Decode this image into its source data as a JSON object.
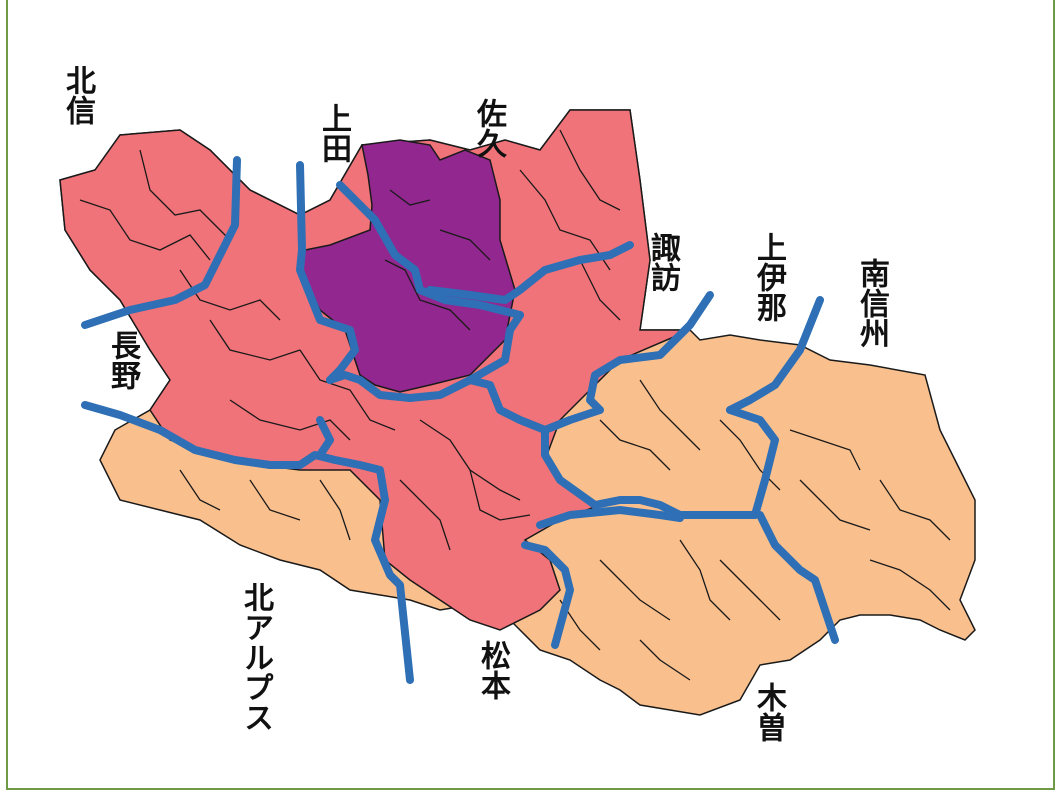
{
  "map": {
    "colors": {
      "border": "#6e9a45",
      "highlight": "#92278f",
      "neighbor": "#f07379",
      "outer": "#f9c08e",
      "region_line": "#2e6fb5",
      "municipal_line": "#1a1a1a"
    },
    "regions": {
      "hokushin": "北信",
      "ueda": "上田",
      "saku": "佐久",
      "suwa": "諏訪",
      "kamiina": "上伊那",
      "minamishinshu": "南信州",
      "nagano": "長野",
      "kita_alps": "北アルプス",
      "matsumoto": "松本",
      "kiso": "木曽"
    }
  }
}
